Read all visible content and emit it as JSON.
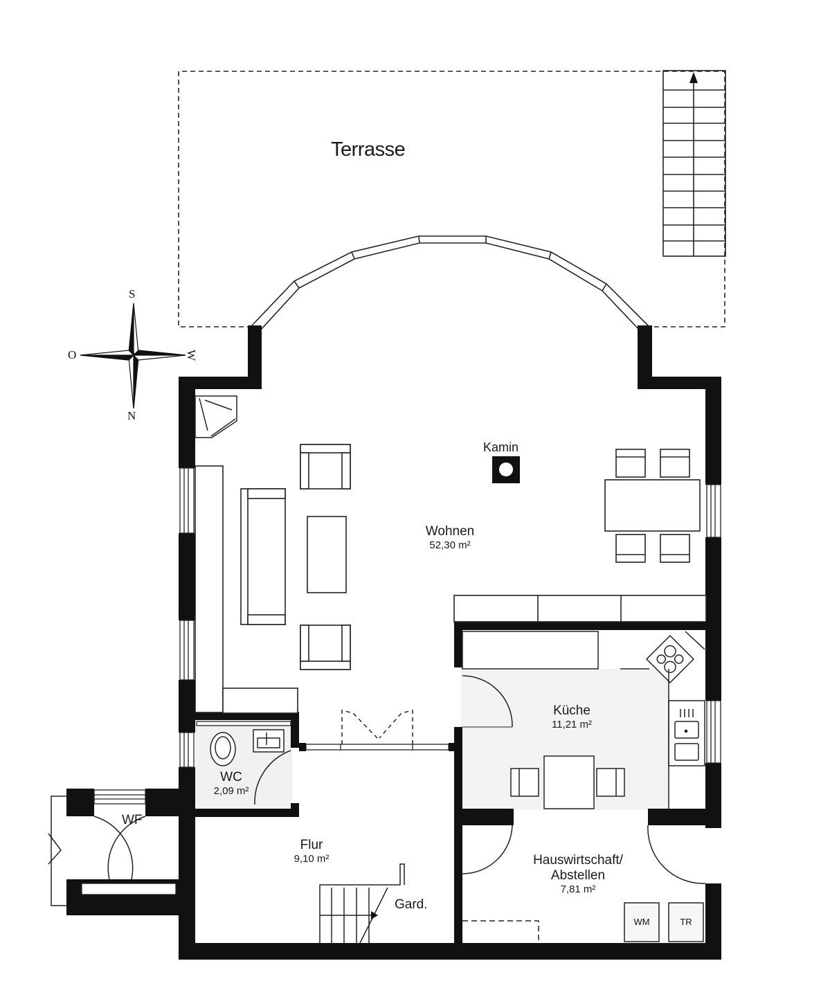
{
  "plan": {
    "type": "floor-plan",
    "level": "ground floor",
    "colors": {
      "wall": "#111111",
      "line": "#1a1a1a",
      "background": "#ffffff",
      "floor_tint": "#f4f4f4"
    }
  },
  "compass": {
    "top": "S",
    "bottom": "N",
    "left": "O",
    "right": "W"
  },
  "outdoor": {
    "terrace": {
      "label": "Terrasse"
    },
    "stairs_terrace": {
      "direction": "up",
      "steps": 11
    }
  },
  "rooms": {
    "wohnen": {
      "name": "Wohnen",
      "area": "52,30 m²"
    },
    "kamin": {
      "label": "Kamin"
    },
    "kueche": {
      "name": "Küche",
      "area": "11,21 m²"
    },
    "wc": {
      "name": "WC",
      "area": "2,09 m²"
    },
    "wf": {
      "name": "WF"
    },
    "flur": {
      "name": "Flur",
      "area": "9,10 m²"
    },
    "gard": {
      "label": "Gard."
    },
    "hauswirtschaft": {
      "name_line1": "Hauswirtschaft/",
      "name_line2": "Abstellen",
      "area": "7,81 m²"
    }
  },
  "appliances": {
    "washing_machine": "WM",
    "dryer": "TR"
  }
}
